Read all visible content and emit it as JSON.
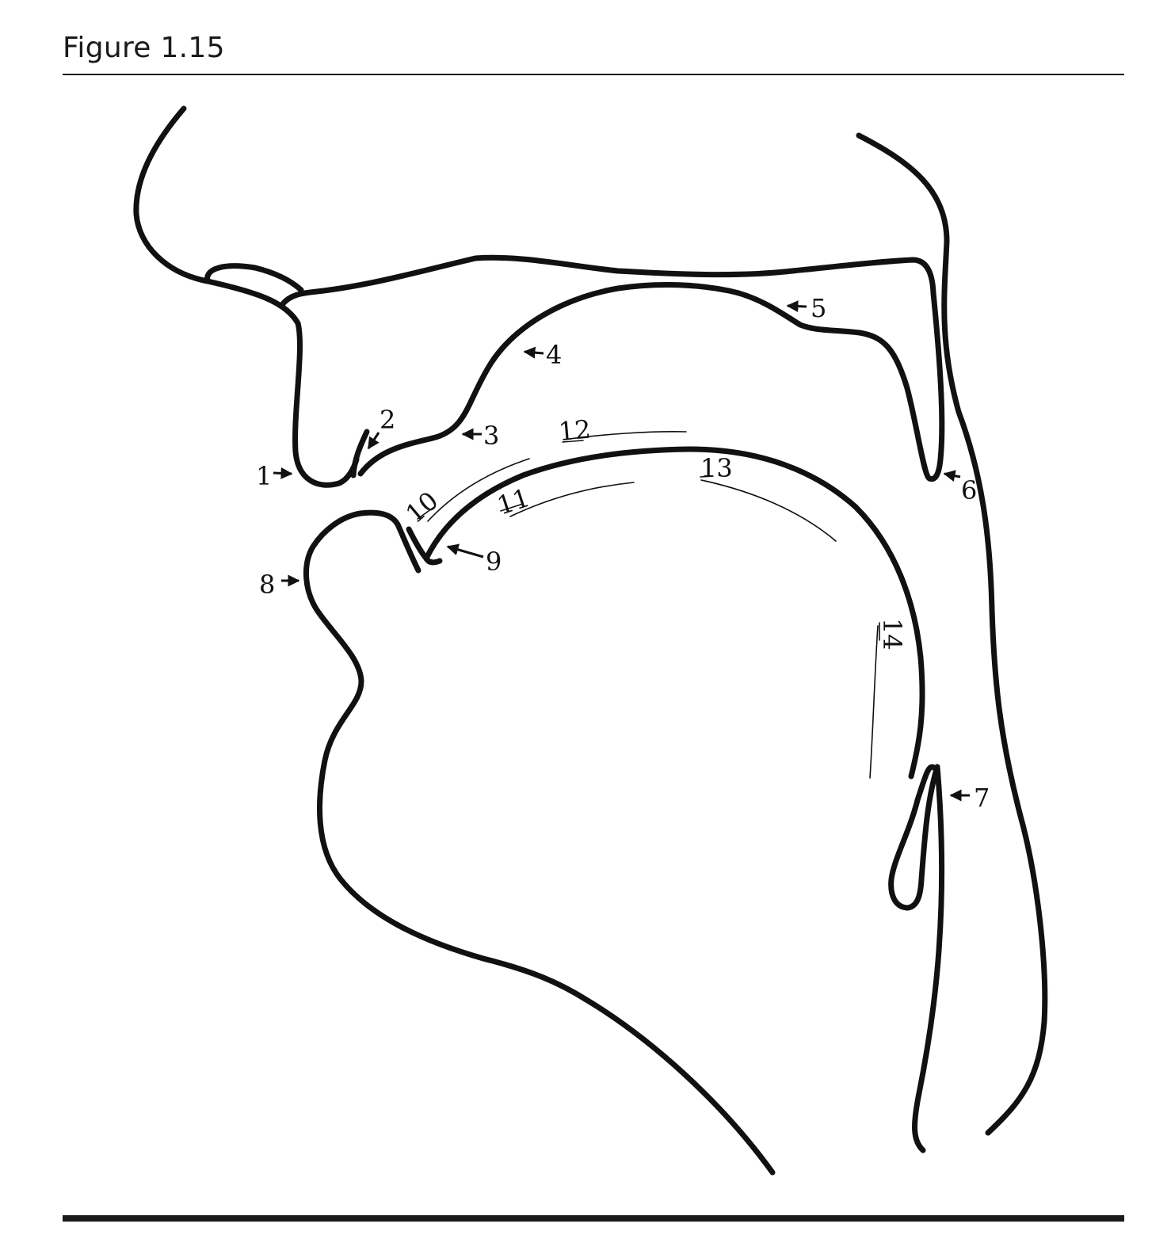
{
  "figure": {
    "title": "Figure 1.15"
  },
  "labels": {
    "l1": "1",
    "l2": "2",
    "l3": "3",
    "l4": "4",
    "l5": "5",
    "l6": "6",
    "l7": "7",
    "l8": "8",
    "l9": "9",
    "l10": "10",
    "l11": "11",
    "l12": "12",
    "l13": "13",
    "l14": "14"
  }
}
